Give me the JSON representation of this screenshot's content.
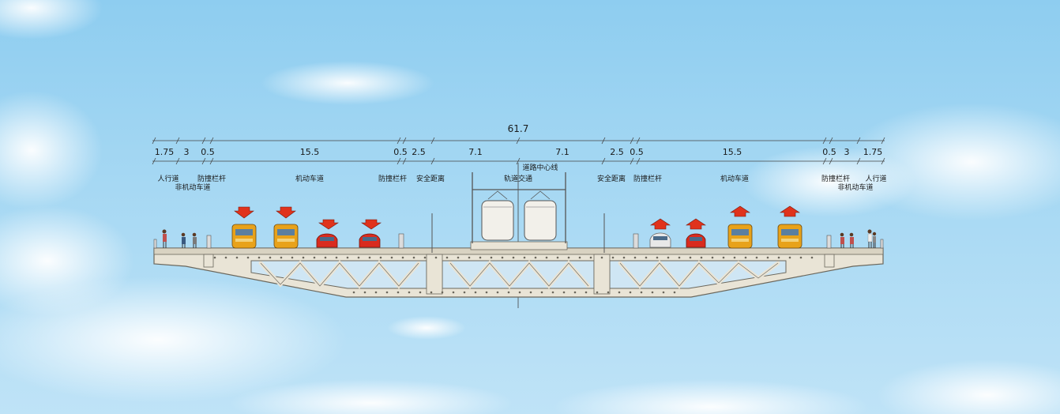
{
  "total_width": "61.7",
  "dimensions": [
    "1.75",
    "3",
    "0.5",
    "15.5",
    "0.5",
    "2.5",
    "7.1",
    "7.1",
    "2.5",
    "0.5",
    "15.5",
    "0.5",
    "3",
    "1.75"
  ],
  "labels": {
    "left_sidewalk": "人行道",
    "left_bike_lane": "非机动车道",
    "left_barrier_outer": "防撞栏杆",
    "left_motor_lanes": "机动车道",
    "left_barrier_inner": "防撞栏杆",
    "left_safety": "安全距离",
    "centerline": "道路中心线",
    "rail_transit": "轨道交通",
    "right_safety": "安全距离",
    "right_barrier_inner": "防撞栏杆",
    "right_motor_lanes": "机动车道",
    "right_barrier_outer": "防撞栏杆",
    "right_bike_lane": "非机动车道",
    "right_sidewalk": "人行道"
  },
  "colors": {
    "deck": "#e9e4d6",
    "deck_stroke": "#6b675c",
    "arrow": "#e0331c",
    "bus": "#e8a21a",
    "car": "#d92b1e",
    "car_white": "#e8e8e8",
    "train": "#f2f0ea"
  },
  "traffic_direction": {
    "left": "arrow-down-icon",
    "right": "arrow-up-icon"
  }
}
